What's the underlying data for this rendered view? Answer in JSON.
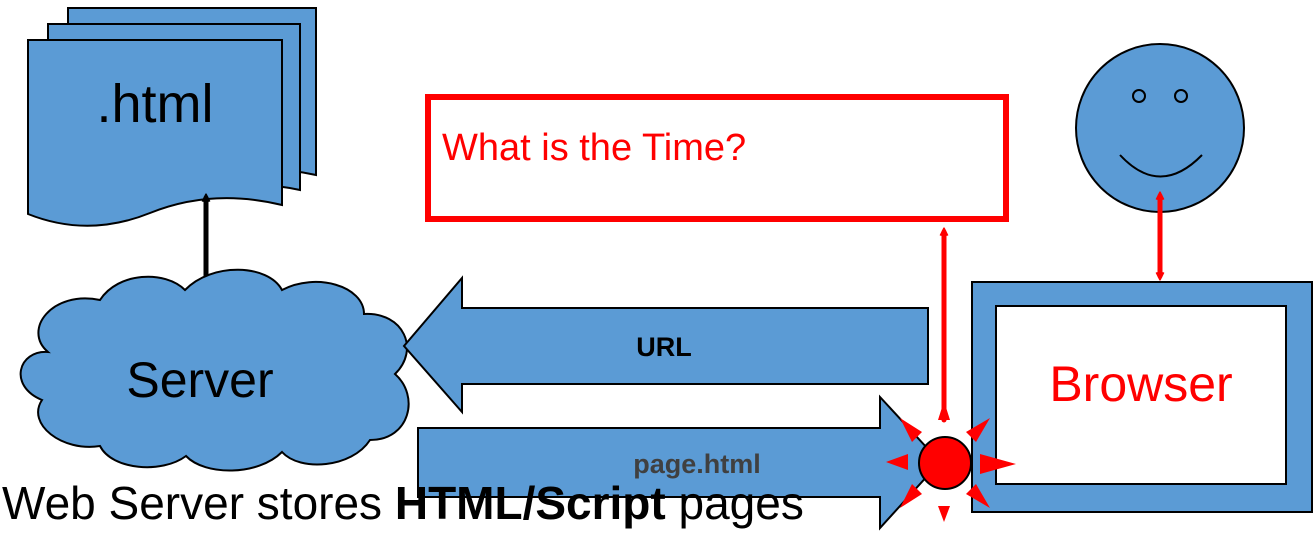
{
  "document_stack": {
    "label": ".html"
  },
  "server": {
    "label": "Server"
  },
  "browser": {
    "label": "Browser"
  },
  "question_box": {
    "text": "What is the Time?"
  },
  "request_arrow": {
    "label": "URL"
  },
  "response_arrow": {
    "label": "page.html"
  },
  "caption": {
    "prefix": "Web Server stores ",
    "bold": "HTML/Script",
    "suffix": " pages"
  },
  "colors": {
    "shape_fill": "#5b9bd5",
    "outline": "#000000",
    "accent_red": "#ff0000"
  },
  "icons": {
    "user": "smiley-face-icon",
    "event": "starburst-icon"
  }
}
